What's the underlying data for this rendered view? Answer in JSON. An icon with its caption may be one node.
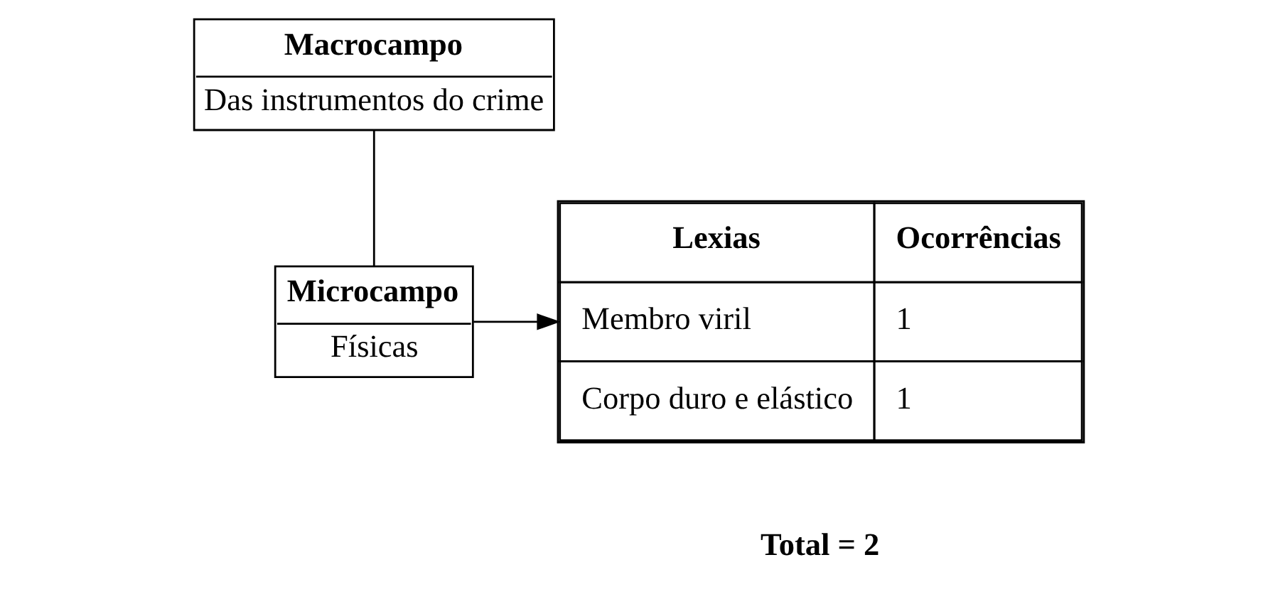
{
  "diagram": {
    "nodes": [
      {
        "text": [
          "Macrocampo",
          "Das instrumentos do crime"
        ]
      },
      {
        "text": [
          "Microcampo",
          "Físicas"
        ]
      },
      {
        "text": [
          "Lexias",
          "Ocorrências",
          "Membro viril",
          "1",
          "Corpo duro e elástico",
          "1"
        ]
      }
    ],
    "edges": [
      {
        "from": 0,
        "to": 1,
        "arrow": "none"
      },
      {
        "from": 1,
        "to": 2,
        "arrow": "to"
      }
    ],
    "labels": [
      "Total = 2"
    ]
  }
}
